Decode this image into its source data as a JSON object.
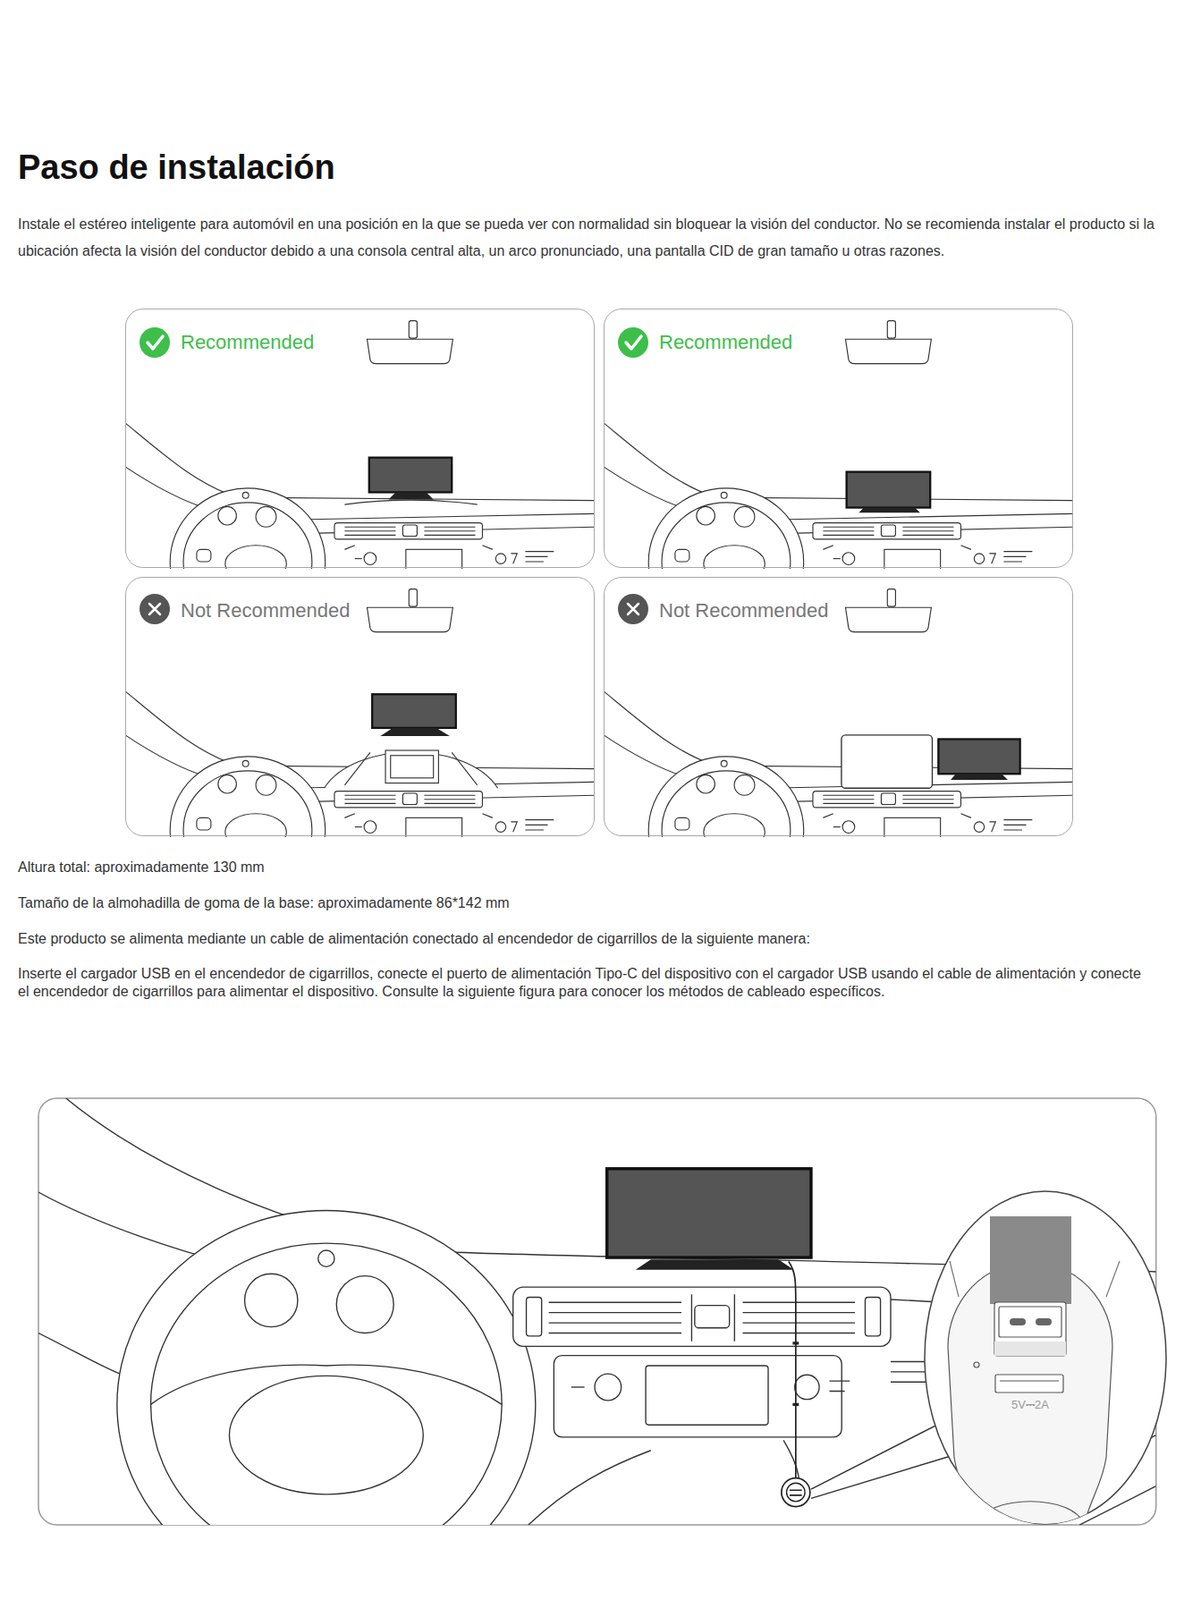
{
  "diagram": {
    "title": "Paso de instalación",
    "nodes": [
      {
        "text": [
          "Recommended"
        ]
      },
      {
        "text": [
          "Recommended"
        ]
      },
      {
        "text": [
          "Not Recommended"
        ]
      },
      {
        "text": [
          "Not Recommended"
        ]
      },
      {
        "text": [
          "5V⎓2A"
        ]
      }
    ],
    "labels": [
      "Instale el estéreo inteligente para automóvil en una posición en la que se pueda ver con normalidad sin bloquear la visión del conductor. No se recomienda instalar el producto si la ubicación afecta la visión del conductor debido a una consola central alta, un arco pronunciado, una pantalla CID de gran tamaño u otras razones.",
      "Altura total: aproximadamente 130 mm",
      "Tamaño de la almohadilla de goma de la base: aproximadamente 86*142 mm",
      "Este producto se alimenta mediante un cable de alimentación conectado al encendedor de cigarrillos de la siguiente manera:",
      "Inserte el cargador USB en el encendedor de cigarrillos, conecte el puerto de alimentación Tipo-C del dispositivo con el cargador USB usando el cable de alimentación y conecte el encendedor de cigarrillos para alimentar el dispositivo. Consulte la siguiente figura para conocer los métodos de cableado específicos."
    ]
  }
}
